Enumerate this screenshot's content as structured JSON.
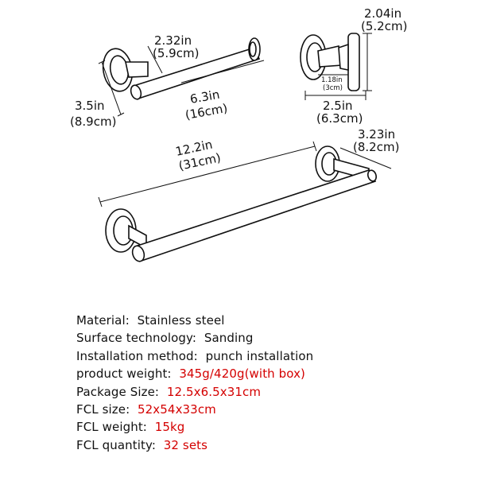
{
  "dimensions": {
    "paper_holder": {
      "height_in": "3.5in",
      "height_cm": "(8.9cm)",
      "depth_in": "2.32in",
      "depth_cm": "(5.9cm)",
      "length_in": "6.3in",
      "length_cm": "(16cm)"
    },
    "hook": {
      "height_in": "2.04in",
      "height_cm": "(5.2cm)",
      "depth_in": "1.18in",
      "depth_cm": "(3cm)",
      "width_in": "2.5in",
      "width_cm": "(6.3cm)"
    },
    "towel_bar": {
      "length_in": "12.2in",
      "length_cm": "(31cm)",
      "depth_in": "3.23in",
      "depth_cm": "(8.2cm)"
    }
  },
  "specs": [
    {
      "label": "Material:",
      "value": "Stainless steel",
      "value_color": "#111111"
    },
    {
      "label": "Surface technology:",
      "value": "Sanding",
      "value_color": "#111111"
    },
    {
      "label": "Installation method:",
      "value": "punch installation",
      "value_color": "#111111"
    },
    {
      "label": "product weight:",
      "value": "345g/420g(with box)",
      "value_color": "#d40000"
    },
    {
      "label": "Package Size:",
      "value": "12.5x6.5x31cm",
      "value_color": "#d40000"
    },
    {
      "label": "FCL size:",
      "value": "52x54x33cm",
      "value_color": "#d40000"
    },
    {
      "label": "FCL weight:",
      "value": "15kg",
      "value_color": "#d40000"
    },
    {
      "label": "FCL quantity:",
      "value": "32 sets",
      "value_color": "#d40000"
    }
  ]
}
